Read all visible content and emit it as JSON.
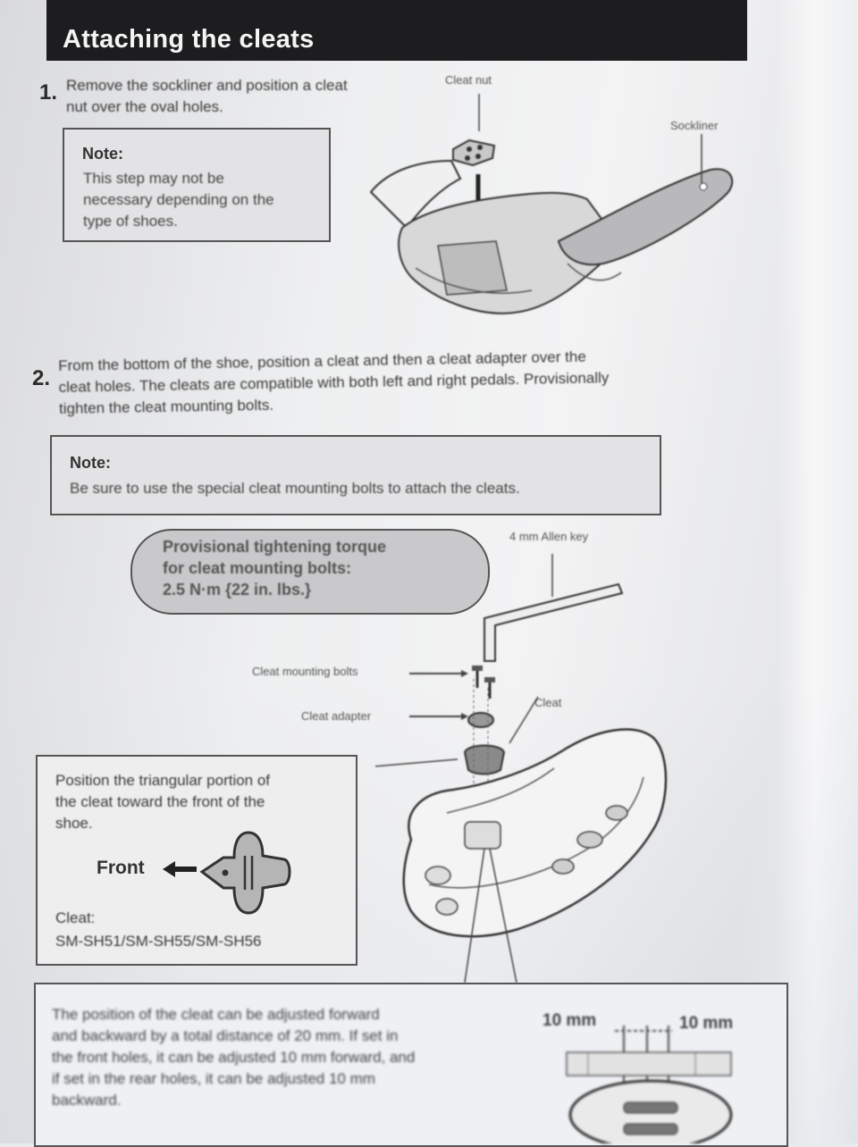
{
  "section_title": "Attaching the cleats",
  "step1": {
    "number": "1.",
    "text_line1": "Remove the sockliner and position a cleat",
    "text_line2": "nut over the oval holes.",
    "note_title": "Note:",
    "note_lines": [
      "This step may not be",
      "necessary depending on the",
      "type of shoes."
    ],
    "labels": {
      "cleat_nut": "Cleat nut",
      "sockliner": "Sockliner"
    }
  },
  "step2": {
    "number": "2.",
    "text_lines": [
      "From the bottom of the shoe, position a cleat and then a cleat adapter over the",
      "cleat holes. The cleats are compatible with both left and right pedals. Provisionally",
      "tighten the cleat mounting bolts."
    ],
    "note_title": "Note:",
    "note_text": "Be sure to use the special cleat mounting bolts to attach the cleats."
  },
  "torque": {
    "lines": [
      "Provisional tightening torque",
      "for cleat mounting bolts:",
      "2.5 N·m {22 in. lbs.}"
    ]
  },
  "labels": {
    "allen_key": "4 mm Allen key",
    "mounting_bolts": "Cleat mounting bolts",
    "cleat_adapter": "Cleat adapter",
    "cleat": "Cleat"
  },
  "position_box": {
    "lines": [
      "Position the triangular portion of",
      "the cleat toward the front of the",
      "shoe."
    ],
    "front_label": "Front",
    "cleat_label": "Cleat:",
    "cleat_models": "SM-SH51/SM-SH55/SM-SH56"
  },
  "adjust_box": {
    "lines": [
      "The position of the cleat can be adjusted forward",
      "and backward by a total distance of 20 mm. If set in",
      "the front holes, it can be adjusted 10 mm forward, and",
      "if set in the rear holes, it can be adjusted 10 mm",
      "backward."
    ],
    "dim_left": "10 mm",
    "dim_right": "10 mm"
  }
}
